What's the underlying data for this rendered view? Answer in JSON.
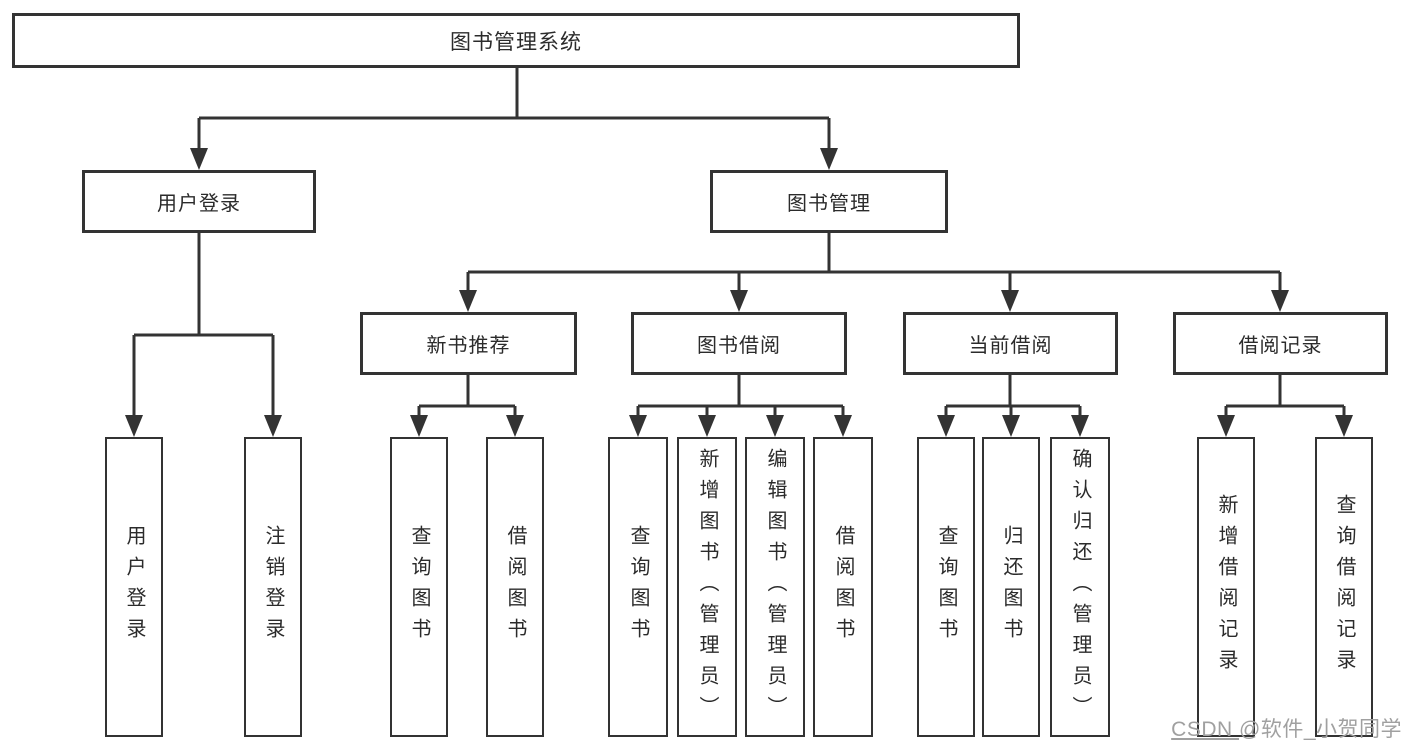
{
  "nodes": {
    "root": "图书管理系统",
    "user_login_branch": "用户登录",
    "book_mgmt_branch": "图书管理",
    "new_book_group": "新书推荐",
    "book_borrow_group": "图书借阅",
    "current_borrow_group": "当前借阅",
    "borrow_record_group": "借阅记录",
    "ul_user_login": "用户登录",
    "ul_logout": "注销登录",
    "nb_query_book": "查询图书",
    "nb_borrow_book": "借阅图书",
    "bb_query_book": "查询图书",
    "bb_add_book": "新增图书（管理员）",
    "bb_edit_book": "编辑图书（管理员）",
    "bb_borrow_book": "借阅图书",
    "cb_query_book": "查询图书",
    "cb_return_book": "归还图书",
    "cb_confirm_return": "确认归还（管理员）",
    "br_add_record": "新增借阅记录",
    "br_query_record": "查询借阅记录"
  },
  "watermark": {
    "site": "CSDN ",
    "author": "@软件_小贺同学"
  },
  "colors": {
    "line": "#333333",
    "text": "#2b2b2b",
    "background": "#ffffff",
    "watermark": "#a0a0a0"
  }
}
